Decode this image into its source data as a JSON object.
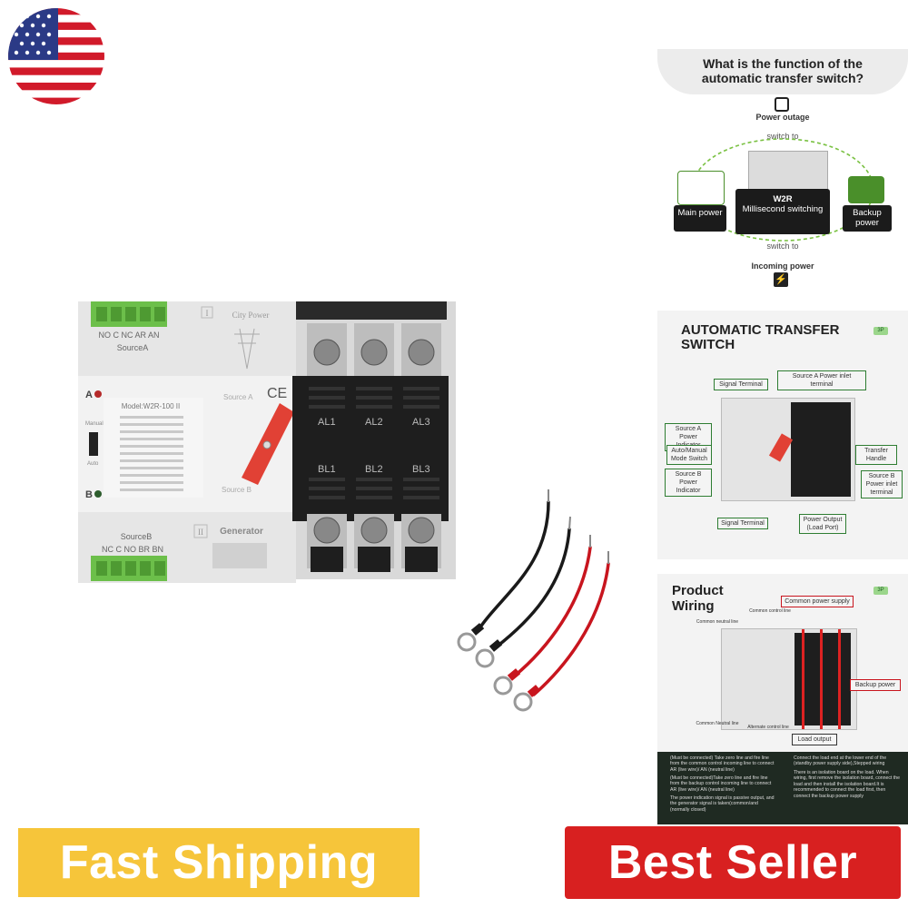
{
  "badges": {
    "fast_shipping": "Fast Shipping",
    "best_seller": "Best Seller"
  },
  "product": {
    "top_terminal_labels": "NO C NC AR AN",
    "source_a": "SourceA",
    "source_b": "SourceB",
    "bottom_terminal_labels": "NC C NO BR BN",
    "city_power": "City Power",
    "generator": "Generator",
    "roman_one": "I",
    "roman_two": "II",
    "model": "Model:W2R-100  II",
    "manual": "Manual",
    "auto": "Auto",
    "source_a_mark": "Source A",
    "source_b_mark": "Source B",
    "indicator_a": "A",
    "indicator_b": "B",
    "ce_mark": "CE",
    "phase_labels_top": [
      "AL1",
      "AL2",
      "AL3"
    ],
    "phase_labels_bottom": [
      "BL1",
      "BL2",
      "BL3"
    ]
  },
  "panel_function": {
    "title_line1": "What is the function of the",
    "title_line2": "automatic transfer switch?",
    "power_outage": "Power outage",
    "switch_to_top": "switch to",
    "main_power": "Main power",
    "w2r": "W2R",
    "millisecond": "Millisecond switching",
    "backup_power": "Backup power",
    "switch_to_bottom": "switch to",
    "incoming_power": "Incoming power"
  },
  "panel_ats": {
    "title_line1": "AUTOMATIC TRANSFER",
    "title_line2": "SWITCH",
    "badge": "3P",
    "labels": {
      "signal_terminal_top": "Signal Terminal",
      "source_a_inlet": "Source A Power inlet terminal",
      "source_a_indicator": "Source A Power Indicator",
      "auto_manual": "Auto/Manual Mode Switch",
      "source_b_indicator": "Source B Power Indicator",
      "transfer_handle": "Transfer Handle",
      "source_b_inlet": "Source B Power inlet terminal",
      "signal_terminal_bottom": "Signal Terminal",
      "power_output": "Power Output (Load Port)"
    }
  },
  "panel_wiring": {
    "title_line1": "Product",
    "title_line2": "Wiring",
    "badge": "3P",
    "common_power_supply": "Common power supply",
    "common_control_line": "Common control line",
    "common_neutral_top": "Common neutral line",
    "backup_power": "Backup power",
    "common_neutral_bottom": "Common Neutral line",
    "alternate_control": "Alternate control line",
    "load_output": "Load output",
    "notes": [
      "(Must be connected) Take zero line and fire line from the common control incoming line to connect AR (live wire)/ AN (neutral line)",
      "(Must be connected)Take zero line and fire line from the backup control incoming line to connect AR (live wire)/ AN (neutral line)",
      "The power indication signal is passive output, and the generator signal is taken(common/and (normally closed)",
      "Connect the load end at the lower end of the (standby power supply side),Stepped wiring",
      "There is an isolation board on the load. When wiring, first remove the isolation board, connect the load and then install the isolation board.It is recommended to connect the load first, then connect the backup power supply"
    ]
  }
}
